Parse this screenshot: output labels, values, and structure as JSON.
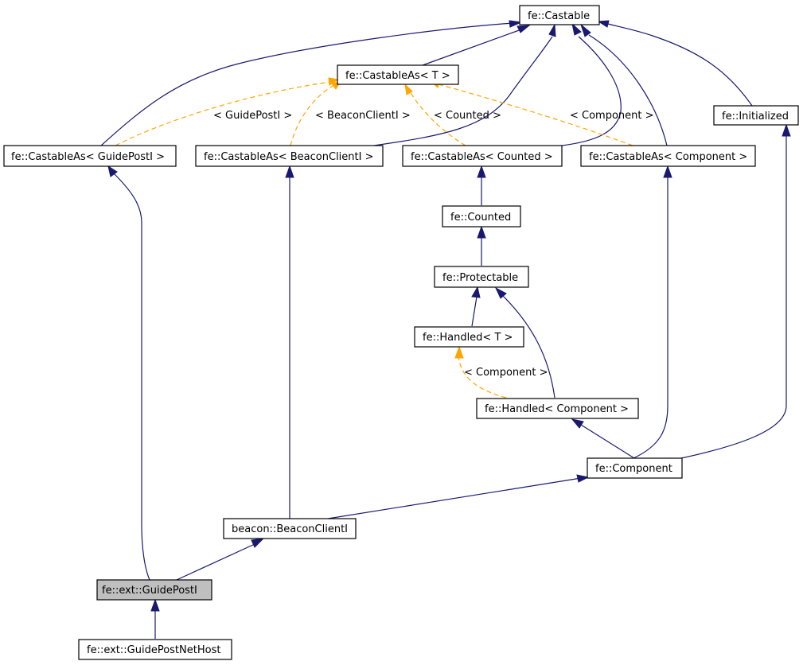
{
  "diagram": {
    "nodes": {
      "castable": "fe::Castable",
      "castable_as_t": "fe::CastableAs< T >",
      "initialized": "fe::Initialized",
      "castable_as_guidepost": "fe::CastableAs< GuidePostI >",
      "castable_as_beacon": "fe::CastableAs< BeaconClientI >",
      "castable_as_counted": "fe::CastableAs< Counted >",
      "castable_as_component": "fe::CastableAs< Component >",
      "counted": "fe::Counted",
      "protectable": "fe::Protectable",
      "handled_t": "fe::Handled< T >",
      "handled_component": "fe::Handled< Component >",
      "component": "fe::Component",
      "beacon_client": "beacon::BeaconClientI",
      "guidepost": "fe::ext::GuidePostI",
      "guidepost_net_host": "fe::ext::GuidePostNetHost"
    },
    "edge_labels": {
      "guidepost_template": "< GuidePostI >",
      "beacon_template": "< BeaconClientI >",
      "counted_template": "< Counted >",
      "component_template": "< Component >",
      "handled_template": "< Component >"
    },
    "colors": {
      "inheritance_edge": "#191970",
      "template_edge": "#ffa500",
      "current_node_fill": "#bfbfbf"
    }
  }
}
